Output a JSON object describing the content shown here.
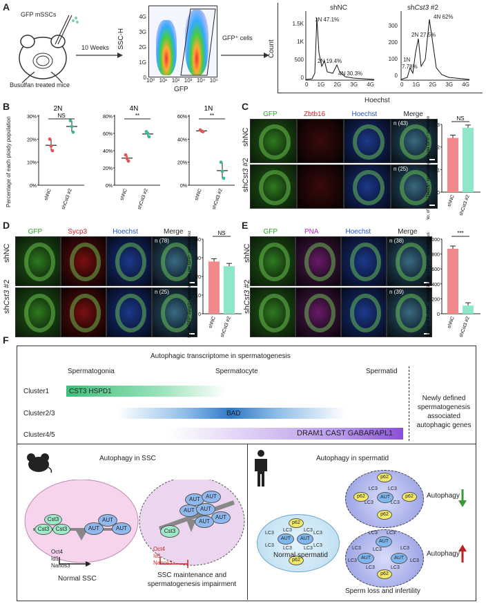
{
  "panelA": {
    "label": "A",
    "mouse_top": "GFP mSSCs",
    "mouse_bottom": "Busulfan treated mice",
    "arrow1": "10 Weeks",
    "flow_ylabel": "SSC-H",
    "flow_xlabel": "GFP",
    "flow_yticks": [
      "4G",
      "3G",
      "2G",
      "1G",
      "0"
    ],
    "flow_xticks": [
      "10⁰",
      "10¹",
      "10²",
      "10³",
      "10⁴",
      "10⁵"
    ],
    "arrow2": "GFP⁺ cells",
    "hist_ylabel": "Count",
    "hist_xlabel": "Hoechst",
    "hist1": {
      "title": "shNC",
      "yticks": [
        "1.5K",
        "1K",
        "500",
        "0"
      ],
      "xticks": [
        "0",
        "1G",
        "2G",
        "3G",
        "4G"
      ],
      "p1": "1N 47.1%",
      "p2": "2N 19.4%",
      "p3": "4N 30.3%"
    },
    "hist2": {
      "title_pre": "sh",
      "title_it": "Cst3",
      "title_post": " #2",
      "yticks": [
        "300",
        "200",
        "100",
        "0"
      ],
      "xticks": [
        "0",
        "1G",
        "2G",
        "3G",
        "4G"
      ],
      "p1": "4N 62%",
      "p2": "2N 27.5%",
      "p3": "1N",
      "p3b": "7.78%"
    }
  },
  "panelB": {
    "label": "B",
    "ylabel": "Percentage of each ploidy population",
    "groups": [
      "shNC",
      "shCst3 #2"
    ],
    "chart_data": [
      {
        "type": "scatter",
        "title": "2N",
        "yticks": [
          "30%",
          "20%",
          "10%",
          "0%"
        ],
        "sig": "NS",
        "series": [
          {
            "name": "shNC",
            "values": [
              20,
              17,
              15
            ]
          },
          {
            "name": "shCst3 #2",
            "values": [
              28,
              25.5,
              23
            ]
          }
        ]
      },
      {
        "type": "scatter",
        "title": "4N",
        "yticks": [
          "80%",
          "60%",
          "40%",
          "20%",
          "0%"
        ],
        "sig": "**",
        "series": [
          {
            "name": "shNC",
            "values": [
              35,
              31,
              28
            ]
          },
          {
            "name": "shCst3 #2",
            "values": [
              62,
              60,
              56
            ]
          }
        ]
      },
      {
        "type": "scatter",
        "title": "1N",
        "yticks": [
          "60%",
          "40%",
          "20%",
          "0%"
        ],
        "sig": "**",
        "series": [
          {
            "name": "shNC",
            "values": [
              48,
              47,
              46.5
            ]
          },
          {
            "name": "shCst3 #2",
            "values": [
              20,
              12,
              6
            ]
          }
        ]
      }
    ]
  },
  "panelC": {
    "label": "C",
    "cols": [
      "GFP",
      "Zbtb16",
      "Hoechst",
      "Merge"
    ],
    "rows": [
      "shNC",
      "shCst3 #2"
    ],
    "n1": "n (43)",
    "n2": "n (25)",
    "chart_data": {
      "type": "bar",
      "categories": [
        "shNC",
        "shCst3 #2"
      ],
      "values": [
        2.4,
        2.85
      ],
      "ylim": [
        0,
        3
      ],
      "ylabel": "No. of GFP⁺Zbtb16⁺ spermatogonia per GFP⁺ seminiferous section",
      "sig": "NS",
      "yticks": [
        "3",
        "2",
        "1",
        "0"
      ]
    }
  },
  "panelD": {
    "label": "D",
    "cols": [
      "GFP",
      "Sycp3",
      "Hoechst",
      "Merge"
    ],
    "rows": [
      "shNC",
      "shCst3 #2"
    ],
    "n1": "n (78)",
    "n2": "n (25)",
    "chart_data": {
      "type": "bar",
      "categories": [
        "shNC",
        "shCst3 #2"
      ],
      "values": [
        28,
        25.5
      ],
      "ylim": [
        0,
        40
      ],
      "ylabel": "No. of GFP⁺Sycp3⁺ spermatocytes per GFP⁺ seminiferous section",
      "sig": "NS",
      "yticks": [
        "40",
        "30",
        "20",
        "10",
        "0"
      ]
    }
  },
  "panelE": {
    "label": "E",
    "cols": [
      "GFP",
      "PNA",
      "Hoechst",
      "Merge"
    ],
    "rows": [
      "shNC",
      "shCst3 #2"
    ],
    "n1": "n (38)",
    "n2": "n (39)",
    "chart_data": {
      "type": "bar",
      "categories": [
        "shNC",
        "shCst3 #2"
      ],
      "values": [
        870,
        110
      ],
      "ylim": [
        0,
        1000
      ],
      "ylabel": "No. of GFP⁺PNA⁺ spermatids per 10 GFP⁺ seminiferous sections",
      "sig": "***",
      "yticks": [
        "1000",
        "800",
        "600",
        "400",
        "200",
        "0"
      ]
    }
  },
  "panelF": {
    "label": "F",
    "title": "Autophagic transcriptome in spermatogenesis",
    "stages": [
      "Spermatogonia",
      "Spermatocyte",
      "Spermatid"
    ],
    "clusters": [
      {
        "name": "Cluster1",
        "genes": "CST3   HSPD1",
        "color": "#3dbf7a"
      },
      {
        "name": "Cluster2/3",
        "genes": "BAD",
        "color": "#2f78c8"
      },
      {
        "name": "Cluster4/5",
        "genes": "DRAM1     CAST   GABARAPL1",
        "color": "#8a4fd8"
      }
    ],
    "side_note": "Newly defined spermatogenesis associated autophagic genes",
    "ssc_title": "Autophagy in SSC",
    "cst3": "Cst3",
    "aut": "AUT",
    "tf": [
      "Oct4",
      "Id1",
      "Nanos3"
    ],
    "normal_ssc": "Normal SSC",
    "impair": "SSC maintenance and spermatogenesis impairment",
    "sptd_title": "Autophagy in spermatid",
    "p62": "p62",
    "lc3": "LC3",
    "normal_sptd": "Normal spermatid",
    "autophagy": "Autophagy",
    "sperm_loss": "Sperm loss and infertility"
  }
}
